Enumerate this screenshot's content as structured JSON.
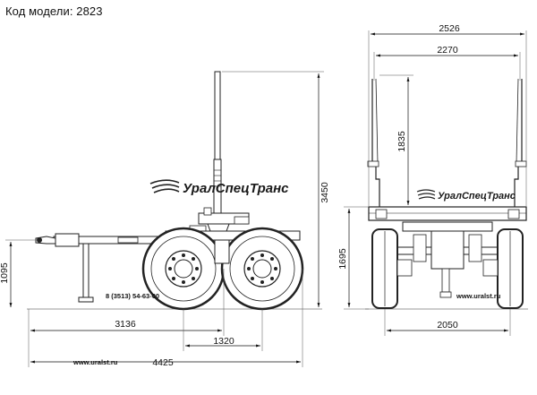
{
  "header": {
    "model_code": "Код модели: 2823"
  },
  "brand": {
    "name": "УралСпецТранс",
    "phone": "8 (3513) 54-63-00",
    "website": "www.uralst.ru"
  },
  "dimensions": {
    "overall_width": "2526",
    "width_between_stakes": "2270",
    "stake_height": "1835",
    "overall_height": "3450",
    "platform_height": "1695",
    "drawbar_height": "1095",
    "drawbar_to_axle": "3136",
    "wheelbase": "1320",
    "overall_length": "4425",
    "track_width": "2050"
  }
}
